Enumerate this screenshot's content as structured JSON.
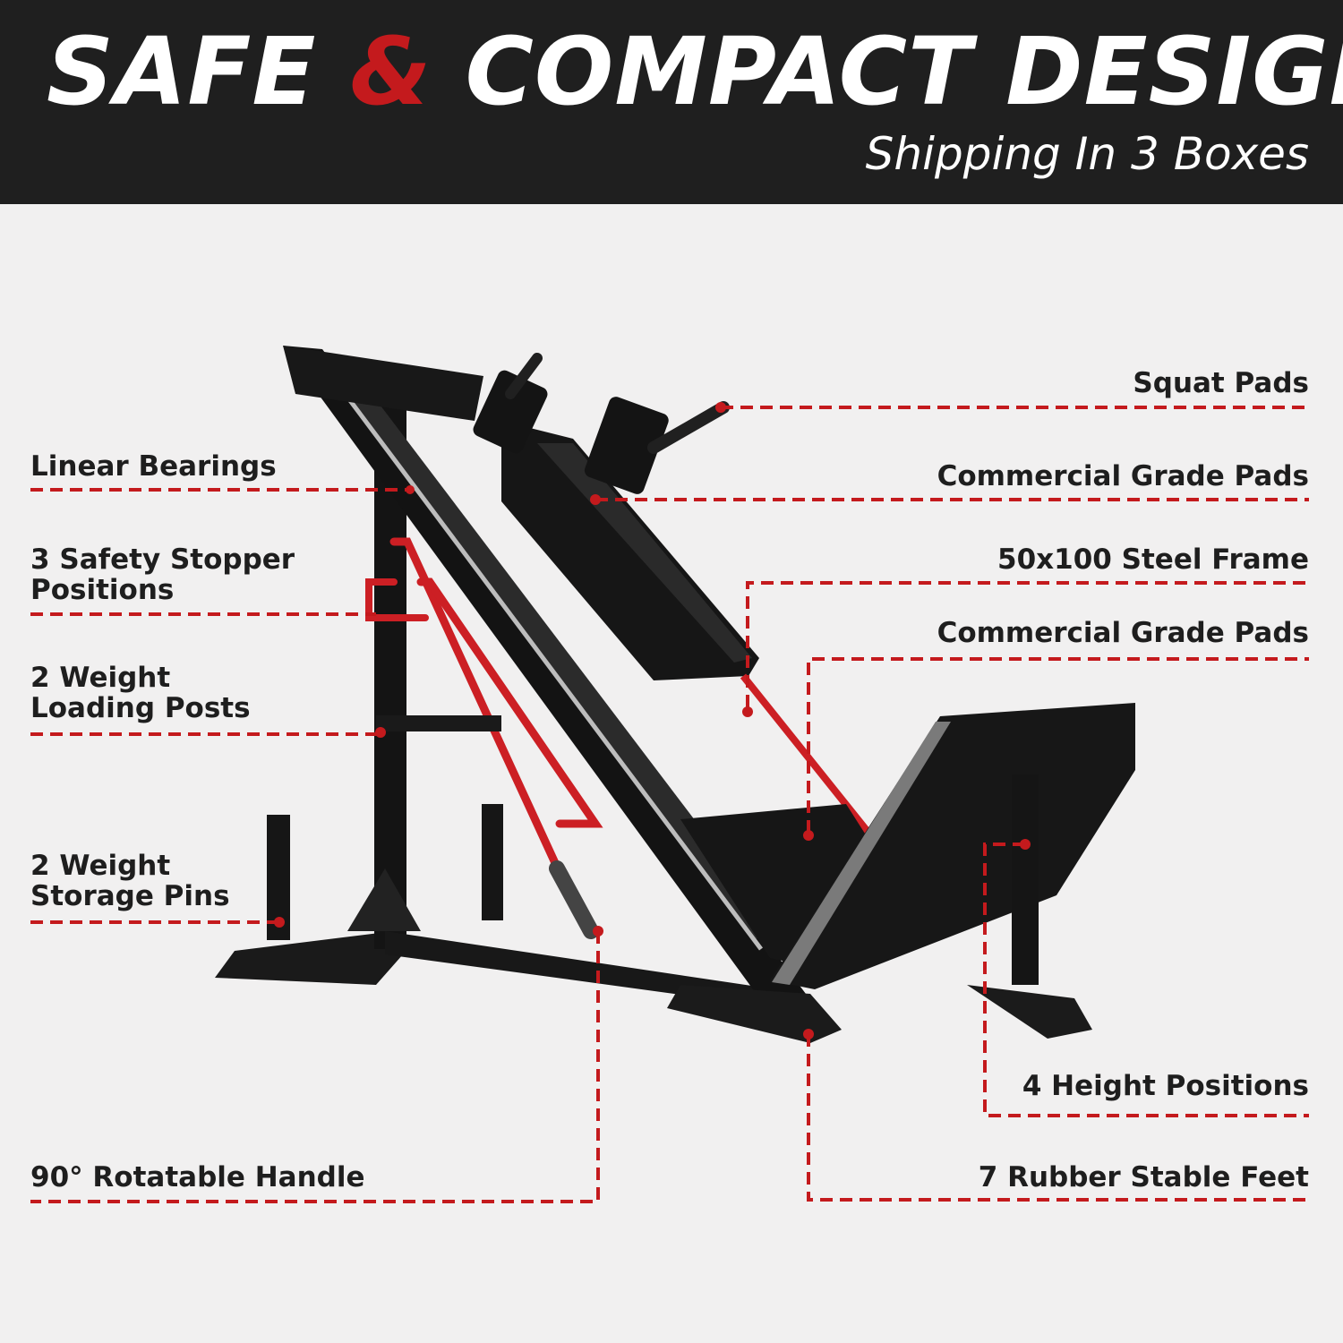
{
  "header": {
    "title_part1": "SAFE ",
    "title_amp": "&",
    "title_part2": " COMPACT DESIGN",
    "subtitle": "Shipping In 3 Boxes"
  },
  "colors": {
    "header_bg": "#1f1f1f",
    "accent_red": "#c41a1d",
    "page_bg": "#f1f0f0",
    "frame_black": "#151515"
  },
  "callouts": {
    "squat_pads": "Squat Pads",
    "linear_bearings": "Linear Bearings",
    "commercial_pads_upper": "Commercial Grade Pads",
    "safety_line1": "3 Safety Stopper",
    "safety_line2": "Positions",
    "steel_frame": "50x100 Steel Frame",
    "commercial_pads_lower": "Commercial Grade Pads",
    "loading_line1": "2 Weight",
    "loading_line2": "Loading Posts",
    "storage_line1": "2 Weight",
    "storage_line2": "Storage Pins",
    "height_positions": "4 Height Positions",
    "rotatable_handle": "90° Rotatable Handle",
    "rubber_feet": "7 Rubber Stable Feet"
  }
}
